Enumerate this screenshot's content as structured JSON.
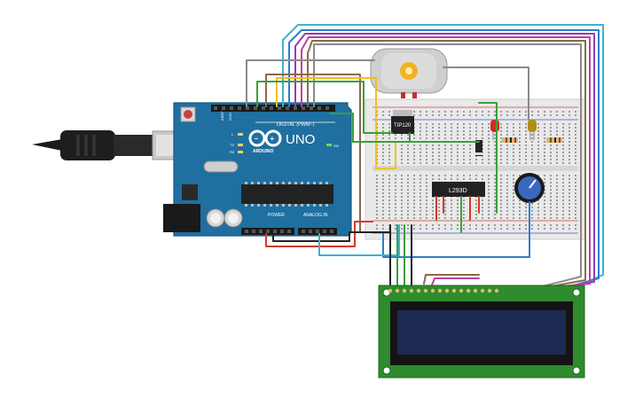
{
  "arduino": {
    "logo": "UNO",
    "brand": "ARDUINO",
    "digital_label": "DIGITAL (PWM~)",
    "power_label": "POWER",
    "analog_label": "ANALOG IN",
    "on_label": "ON",
    "l_label": "L",
    "tx_label": "TX",
    "rx_label": "RX",
    "aref_label": "AREF",
    "gnd_label": "GND"
  },
  "components": {
    "transistor_label": "TIP120",
    "driver_label": "L293D"
  },
  "colors": {
    "board": "#1f6fa0",
    "breadboard": "#e9e9e9",
    "lcd_pcb": "#2e8b2e",
    "lcd_screen": "#1c2a52",
    "motor": "#d0d0d0",
    "wire_red": "#d23a2a",
    "wire_black": "#222222",
    "wire_green": "#3aa03a",
    "wire_yellow": "#f0c020",
    "wire_blue": "#2a7fd0",
    "wire_brown": "#8a6a4a",
    "wire_purple": "#9a3ab0",
    "wire_cyan": "#40b0d0",
    "wire_gray": "#8a8a8a",
    "wire_magenta": "#c040a0"
  }
}
